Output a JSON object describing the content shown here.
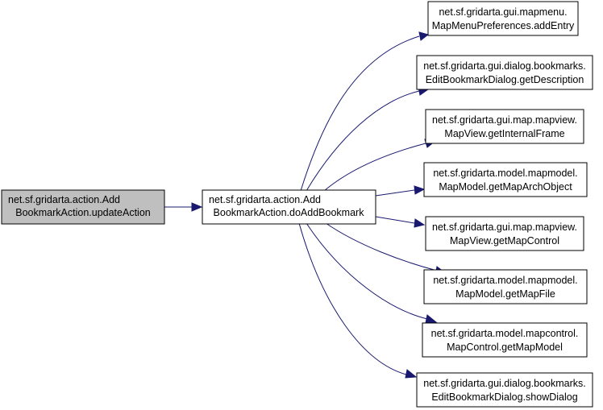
{
  "colors": {
    "background": "#ffffff",
    "edge": "#191970",
    "root_fill": "#bfbfbf",
    "node_fill": "#ffffff",
    "node_border": "#000000"
  },
  "nodes": {
    "root": {
      "line1": "net.sf.gridarta.action.Add",
      "line2": "BookmarkAction.updateAction"
    },
    "mid": {
      "line1": "net.sf.gridarta.action.Add",
      "line2": "BookmarkAction.doAddBookmark"
    },
    "n1": {
      "line1": "net.sf.gridarta.gui.mapmenu.",
      "line2": "MapMenuPreferences.addEntry"
    },
    "n2": {
      "line1": "net.sf.gridarta.gui.dialog.bookmarks.",
      "line2": "EditBookmarkDialog.getDescription"
    },
    "n3": {
      "line1": "net.sf.gridarta.gui.map.mapview.",
      "line2": "MapView.getInternalFrame"
    },
    "n4": {
      "line1": "net.sf.gridarta.model.mapmodel.",
      "line2": "MapModel.getMapArchObject"
    },
    "n5": {
      "line1": "net.sf.gridarta.gui.map.mapview.",
      "line2": "MapView.getMapControl"
    },
    "n6": {
      "line1": "net.sf.gridarta.model.mapmodel.",
      "line2": "MapModel.getMapFile"
    },
    "n7": {
      "line1": "net.sf.gridarta.model.mapcontrol.",
      "line2": "MapControl.getMapModel"
    },
    "n8": {
      "line1": "net.sf.gridarta.gui.dialog.bookmarks.",
      "line2": "EditBookmarkDialog.showDialog"
    }
  }
}
